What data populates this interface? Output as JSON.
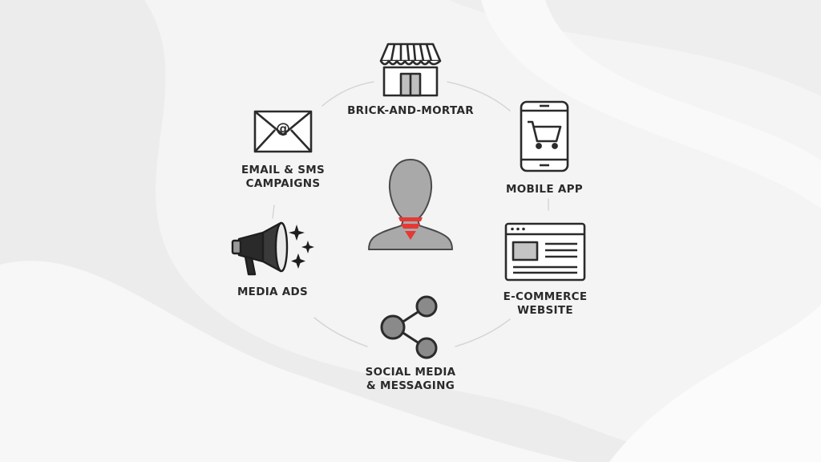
{
  "diagram": {
    "center": {
      "icon": "customer-silhouette-icon",
      "badge": "red-chevron-logo-icon"
    },
    "nodes": [
      {
        "id": "brick-and-mortar",
        "icon": "storefront-icon",
        "label": [
          "BRICK-AND-MORTAR"
        ]
      },
      {
        "id": "mobile-app",
        "icon": "shopping-cart-phone-icon",
        "label": [
          "MOBILE APP"
        ]
      },
      {
        "id": "e-commerce-website",
        "icon": "browser-window-icon",
        "label": [
          "E-COMMERCE",
          "WEBSITE"
        ]
      },
      {
        "id": "social-media",
        "icon": "share-icon",
        "label": [
          "SOCIAL MEDIA",
          "& MESSAGING"
        ]
      },
      {
        "id": "media-ads",
        "icon": "megaphone-icon",
        "label": [
          "MEDIA ADS"
        ]
      },
      {
        "id": "email-sms",
        "icon": "envelope-icon",
        "label": [
          "EMAIL & SMS",
          "CAMPAIGNS"
        ]
      }
    ]
  },
  "colors": {
    "accent": "#e53935",
    "icon_stroke": "#2b2b2b",
    "silhouette": "#a9a9a9",
    "ring": "#d6d6d6"
  }
}
